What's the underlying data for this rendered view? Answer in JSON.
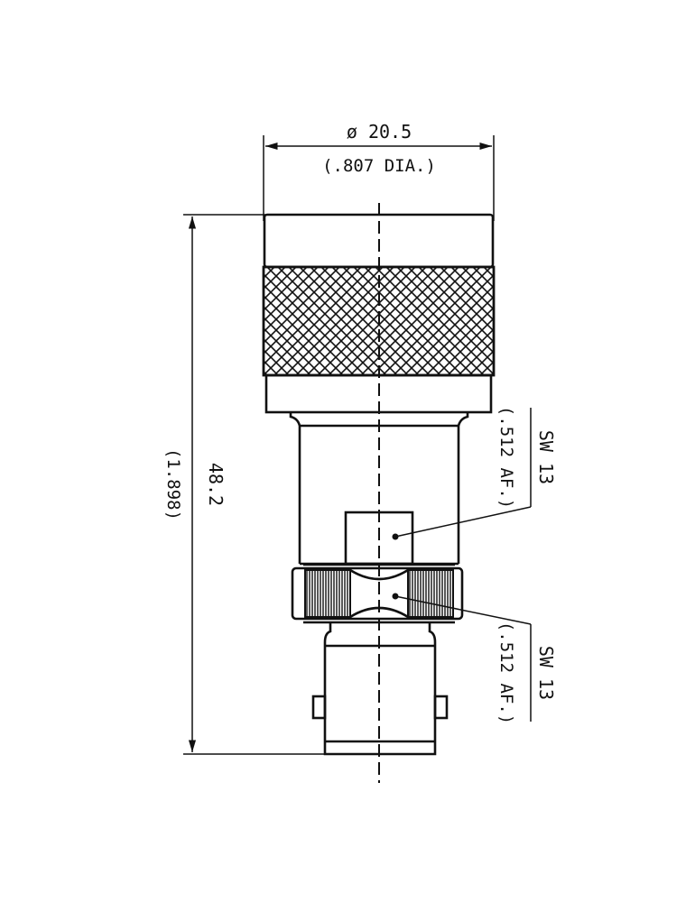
{
  "drawing": {
    "diameter": {
      "metric": "ø  20.5",
      "imperial": "(.807 DIA.)"
    },
    "length": {
      "metric": "48.2",
      "imperial": "(1.898)"
    },
    "wrench_upper": {
      "metric": "SW 13",
      "imperial": "(.512 AF.)"
    },
    "wrench_lower": {
      "metric": "SW 13",
      "imperial": "(.512 AF.)"
    },
    "colors": {
      "ink": "#111111",
      "paper": "#ffffff"
    }
  }
}
